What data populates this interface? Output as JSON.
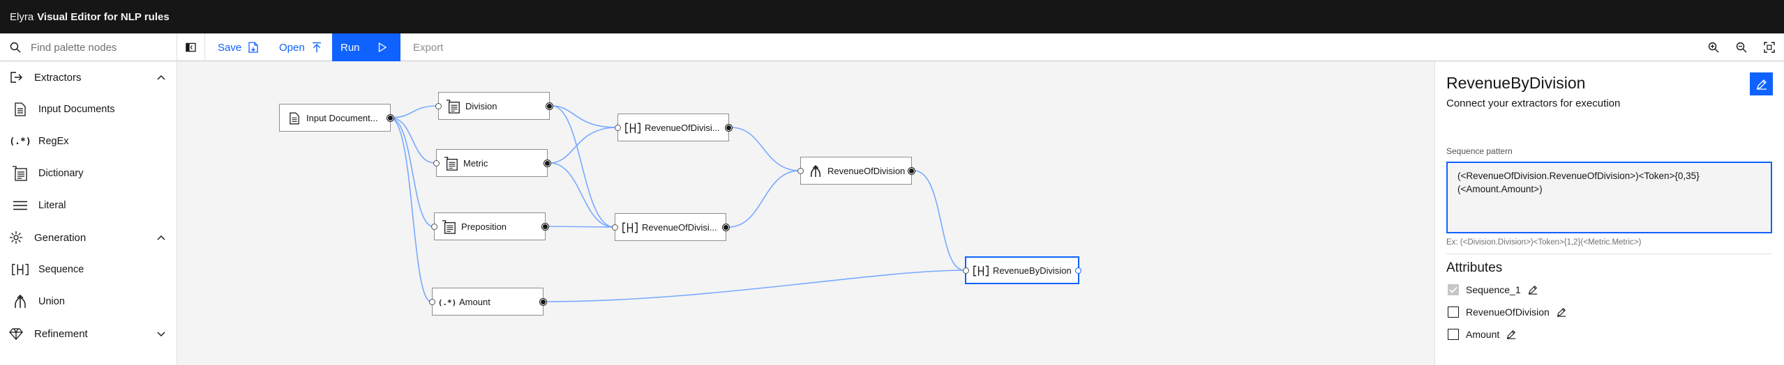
{
  "app": {
    "title_prefix": "Elyra",
    "title_main": "Visual Editor for NLP rules"
  },
  "toolbar": {
    "search_placeholder": "Find palette nodes",
    "save_label": "Save",
    "open_label": "Open",
    "run_label": "Run",
    "export_label": "Export"
  },
  "sidebar": {
    "categories": [
      {
        "label": "Extractors",
        "expanded": true,
        "items": [
          {
            "label": "Input Documents"
          },
          {
            "label": "RegEx"
          },
          {
            "label": "Dictionary"
          },
          {
            "label": "Literal"
          }
        ]
      },
      {
        "label": "Generation",
        "expanded": true,
        "items": [
          {
            "label": "Sequence"
          },
          {
            "label": "Union"
          }
        ]
      },
      {
        "label": "Refinement",
        "expanded": false,
        "items": []
      }
    ]
  },
  "canvas": {
    "nodes": [
      {
        "id": "input",
        "label": "Input Document...",
        "icon": "document-icon"
      },
      {
        "id": "division",
        "label": "Division",
        "icon": "dictionary-icon"
      },
      {
        "id": "metric",
        "label": "Metric",
        "icon": "dictionary-icon"
      },
      {
        "id": "preposition",
        "label": "Preposition",
        "icon": "dictionary-icon"
      },
      {
        "id": "amount",
        "label": "Amount",
        "icon": "regex-icon"
      },
      {
        "id": "rod1",
        "label": "RevenueOfDivisi...",
        "icon": "sequence-icon"
      },
      {
        "id": "rod2",
        "label": "RevenueOfDivisi...",
        "icon": "sequence-icon"
      },
      {
        "id": "rodu",
        "label": "RevenueOfDivision",
        "icon": "union-icon"
      },
      {
        "id": "rbd",
        "label": "RevenueByDivision",
        "icon": "sequence-icon",
        "selected": true
      }
    ]
  },
  "panel": {
    "title": "RevenueByDivision",
    "subtitle": "Connect your extractors for execution",
    "pattern_label": "Sequence pattern",
    "pattern_value": "(<RevenueOfDivision.RevenueOfDivision>)<Token>{0,35}\n(<Amount.Amount>)",
    "pattern_helper": "Ex: (<Division.Division>)<Token>{1,2}(<Metric.Metric>)",
    "attributes_title": "Attributes",
    "attributes": [
      {
        "label": "Sequence_1",
        "checked": true
      },
      {
        "label": "RevenueOfDivision",
        "checked": false
      },
      {
        "label": "Amount",
        "checked": false
      }
    ]
  },
  "colors": {
    "accent": "#0f62fe",
    "topbar": "#161616",
    "link": "#78a9ff"
  }
}
